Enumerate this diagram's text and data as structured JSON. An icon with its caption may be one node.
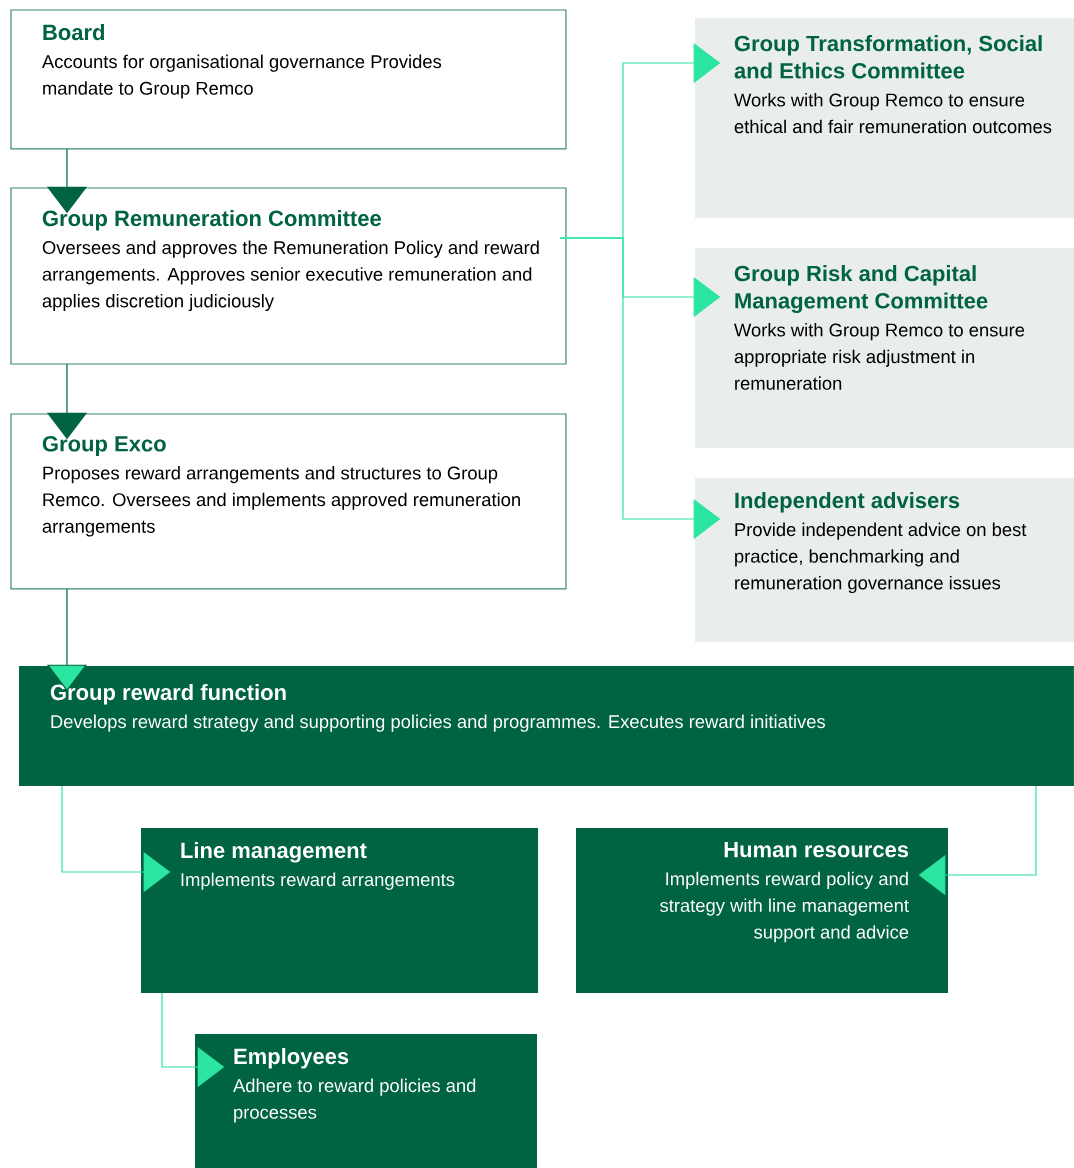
{
  "diagram": {
    "nodes": [
      {
        "text": [
          "Board",
          "Accounts for organisational governance Provides mandate to Group Remco"
        ]
      },
      {
        "text": [
          "Group Remuneration Committee",
          "Oversees and approves the Remuneration Policy and reward arrangements. Approves senior executive remuneration and applies discretion judiciously"
        ]
      },
      {
        "text": [
          "Group Exco",
          "Proposes reward arrangements and structures to Group Remco. Oversees and implements approved remuneration arrangements"
        ]
      },
      {
        "text": [
          "Group Transformation, Social and Ethics Committee",
          "Works with Group Remco to ensure ethical and fair remuneration outcomes"
        ]
      },
      {
        "text": [
          "Group Risk and Capital Management Committee",
          "Works with Group Remco to ensure appropriate risk adjustment in remuneration"
        ]
      },
      {
        "text": [
          "Independent advisers",
          "Provide independent advice on best practice, benchmarking and remuneration governance issues"
        ]
      },
      {
        "text": [
          "Group reward function",
          "Develops reward strategy and supporting policies and programmes. Executes reward initiatives"
        ]
      },
      {
        "text": [
          "Line management",
          "Implements reward arrangements"
        ]
      },
      {
        "text": [
          "Human resources",
          "Implements reward policy and strategy with line management support and advice"
        ]
      },
      {
        "text": [
          "Employees",
          "Adhere to reward policies and processes"
        ]
      }
    ],
    "edges": [
      {
        "from": 0,
        "to": 1,
        "arrow": "to",
        "color": "#006341"
      },
      {
        "from": 1,
        "to": 2,
        "arrow": "to",
        "color": "#006341"
      },
      {
        "from": 2,
        "to": 6,
        "arrow": "to",
        "color": "#006341"
      },
      {
        "from": 1,
        "to": 3,
        "arrow": "to"
      },
      {
        "from": 1,
        "to": 4,
        "arrow": "to"
      },
      {
        "from": 1,
        "to": 5,
        "arrow": "to"
      },
      {
        "from": 6,
        "to": 7,
        "arrow": "to"
      },
      {
        "from": 6,
        "to": 8,
        "arrow": "to"
      },
      {
        "from": 7,
        "to": 9,
        "arrow": "to"
      }
    ]
  }
}
